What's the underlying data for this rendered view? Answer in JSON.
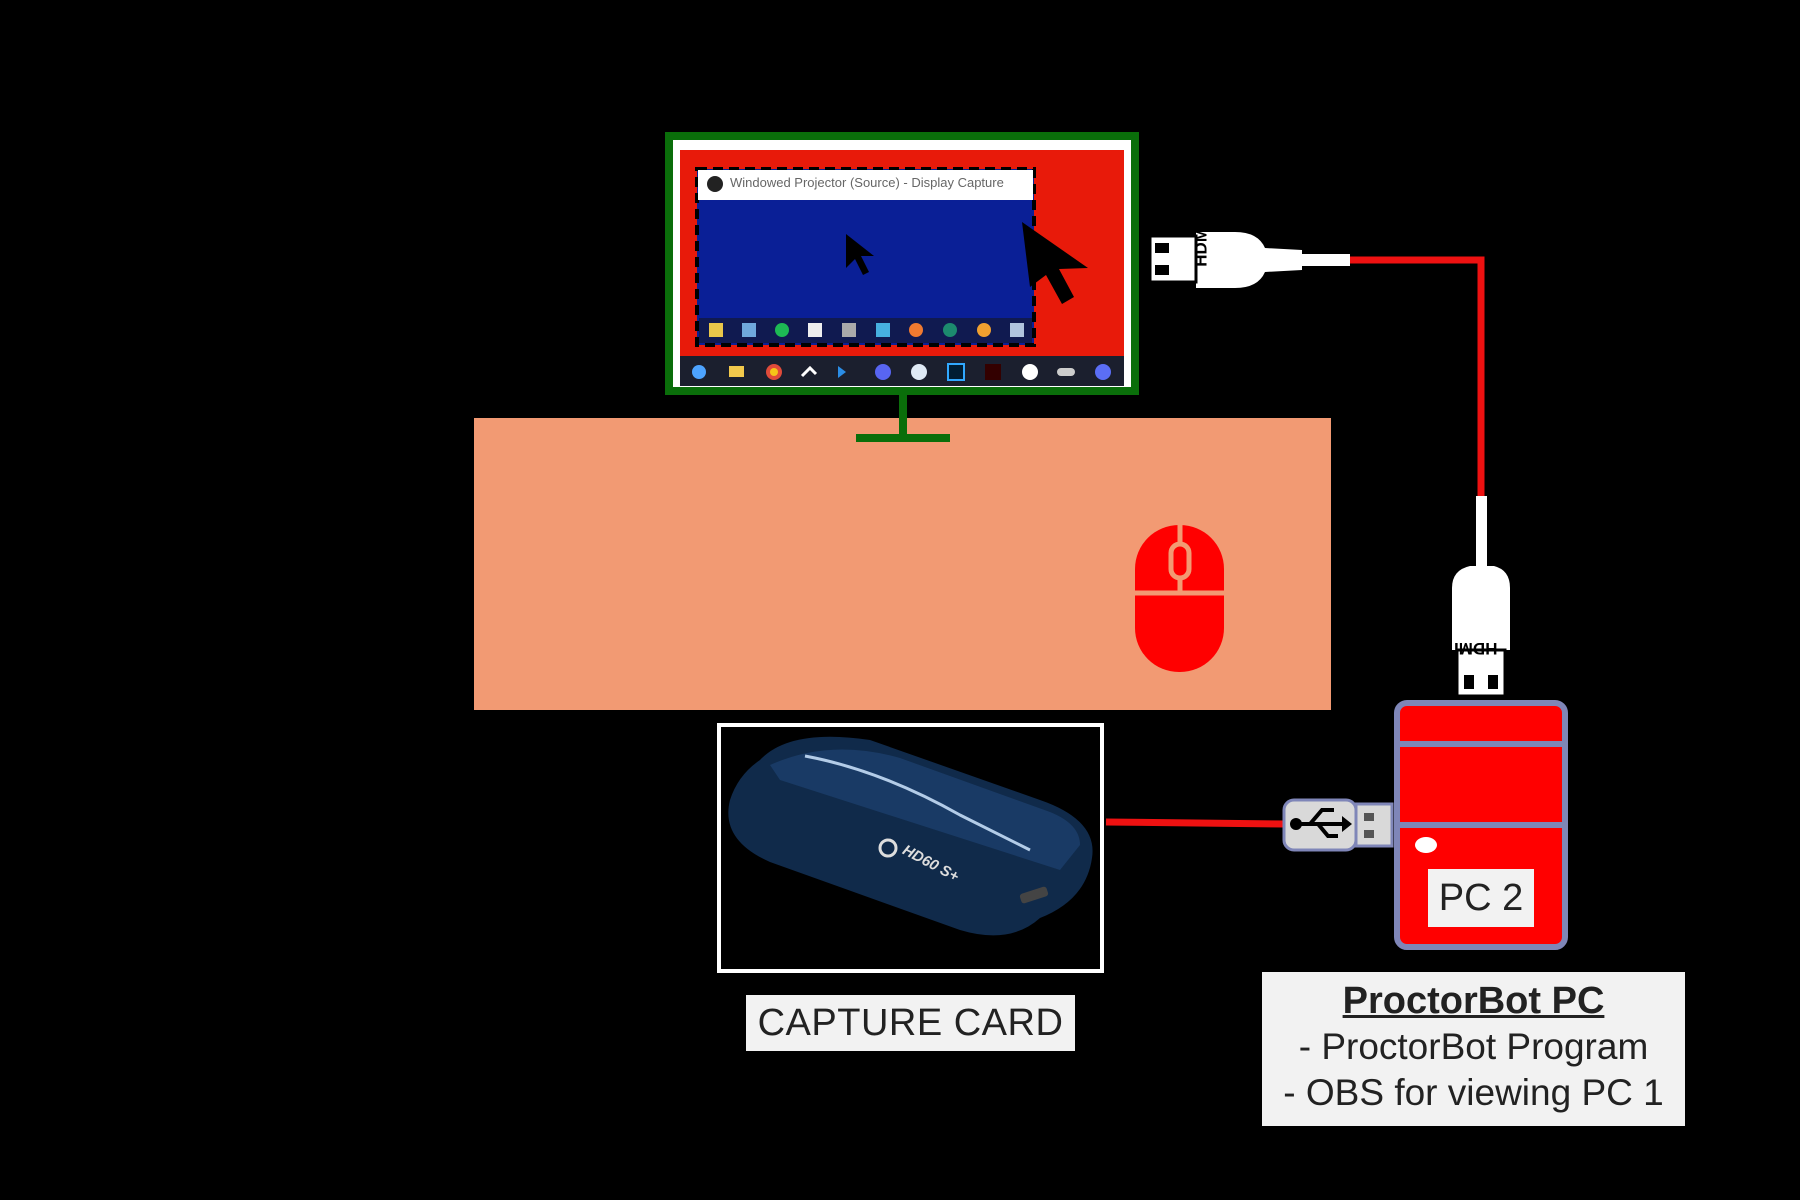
{
  "projector": {
    "window_title": "Windowed Projector (Source) - Display Capture"
  },
  "cables": {
    "hdmi_top_label": "HDMI",
    "hdmi_right_label": "HDMI"
  },
  "pc2": {
    "label": "PC 2"
  },
  "capture_card": {
    "brand_text": "HD60 S+",
    "label": "CAPTURE CARD"
  },
  "proctorbot": {
    "title": "ProctorBot PC",
    "lines": [
      "- ProctorBot Program",
      "- OBS for viewing PC 1"
    ]
  },
  "colors": {
    "background": "#000000",
    "monitor_frame": "#0a6e0a",
    "screen": "#e81a0a",
    "projector_window": "#0a1f96",
    "desk": "#f29a73",
    "mouse": "#ff0000",
    "cable": "#ee1111",
    "pc_body": "#ff0000",
    "pc_outline": "#7f86b8"
  },
  "icons": [
    "monitor-icon",
    "cursor-icon",
    "mouse-icon",
    "hdmi-plug-icon",
    "usb-plug-icon",
    "pc-tower-icon",
    "capture-card-image"
  ]
}
